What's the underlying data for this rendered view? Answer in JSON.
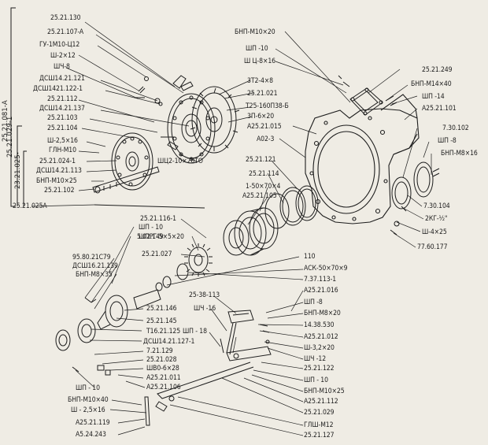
{
  "labels": {
    "l_252130": "25.21.130",
    "l_252107a": "25.21.107-A",
    "l_gu1m10": "ГУ-1М10-Ц12",
    "l_sh2x12": "Ш-2×12",
    "l_shch8": "ШЧ-8",
    "l_dsh121": "ДСШ14.21.121",
    "l_dsh122": "ДСШ1421.122-1",
    "l_252112": "25.21.112",
    "l_dsh137": "ДСШ14.21.137",
    "l_252103": "25.21.103",
    "l_252104": "25.21.104",
    "l_sh25x16a": "Ш-2,5×16",
    "l_glnm10": "ГЛН-М10",
    "l_2521024": "25.21.024-1",
    "l_dsh113": "ДСШ14.21.113",
    "l_bnpm10x25a": "БНП-М10×25",
    "l_252102": "25.21.102",
    "l_bnpm10x20a": "БНП-М10×20",
    "l_shp10a": "ШП -10",
    "l_shch8x16": "Ш Ц-8×16",
    "l_3t24x8": "3Т2-4×8",
    "l_252121": "25.21.021",
    "l_t25": "Т25-160П38-Б",
    "l_3p6x20": "3П-6×20",
    "l_a252105": "А25.21.015",
    "l_a023": "А02-3",
    "l_shc2": "ШЦ2-10×20ТО",
    "l_252121b": "25.21.121",
    "l_252114": "25.21.114",
    "l_150x70": "1-50×70×4",
    "l_a252105b": "А25.21.105",
    "l_252249": "25.21.249",
    "l_bnpm14x40": "БНП-М14×40",
    "l_shp14": "ШП -14",
    "l_a252101": "А25.21.101",
    "l_730102": "7.30.102",
    "l_shp8": "ШП -8",
    "l_bnpm8x16": "БНП-М8×16",
    "l_730104": "7.30.104",
    "l_2kg": "2КГ-½\"",
    "l_sh4x25": "Ш-4×25",
    "l_7760177": "77.60.177",
    "l_2521116": "25.21.116-1",
    "l_shp10b": "ШП - 10",
    "l_502149": "5.02.149",
    "l_shpg": "ШПРГ-5×5×20",
    "l_2521027": "25.21.027",
    "l_9580": "95.80.21С79",
    "l_dsh139": "ДСШ16.21.139",
    "l_bnpm8x35": "БНП-М8×35",
    "l_110": "110",
    "l_ask": "АСК-50×70×9",
    "l_737113": "7.37.113-1",
    "l_a252116": "А25.21.016",
    "l_2538113": "25-38-113",
    "l_shch16": "ШЧ -16",
    "l_shp8b": "ШП -8",
    "l_2521146": "25.21.146",
    "l_2521145": "25.21.145",
    "l_t16": "Т16.21.125",
    "l_dsh127": "ДСШ14.21.127-1",
    "l_721129": "7.21.129",
    "l_2521028": "25.21.028",
    "l_shvo": "ШВ0-6×28",
    "l_a252101b": "А25.21.011",
    "l_a252106": "А25.21.106",
    "l_shp18": "ШП - 18",
    "l_bnpm8x20": "БНП-М8×20",
    "l_1438530": "14.38.530",
    "l_a252112": "А25.21.012",
    "l_sh32x20": "Ш-3,2×20",
    "l_shch12": "ШЧ -12",
    "l_2521122": "25.21.122",
    "l_shp10c": "ШП - 10",
    "l_bnpm10x25b": "БНП-М10×25",
    "l_a2521112": "А25.21.112",
    "l_2521029": "25.21.029",
    "l_glshm12": "ГЛШ-М12",
    "l_2521127": "25.21.127",
    "l_shp10d": "ШП - 10",
    "l_bnpm10x40": "БНП-М10×40",
    "l_sh25x16b": "Ш - 2,5×16",
    "l_a252119": "А25.21.119",
    "l_a524243": "А5.24.243"
  },
  "side_labels": {
    "s_25021081a": "25.21.081-А",
    "s_2521029": "25.21.029-1",
    "s_2521025": "23.21.025-",
    "s_2521025a": "25.21.025А"
  }
}
